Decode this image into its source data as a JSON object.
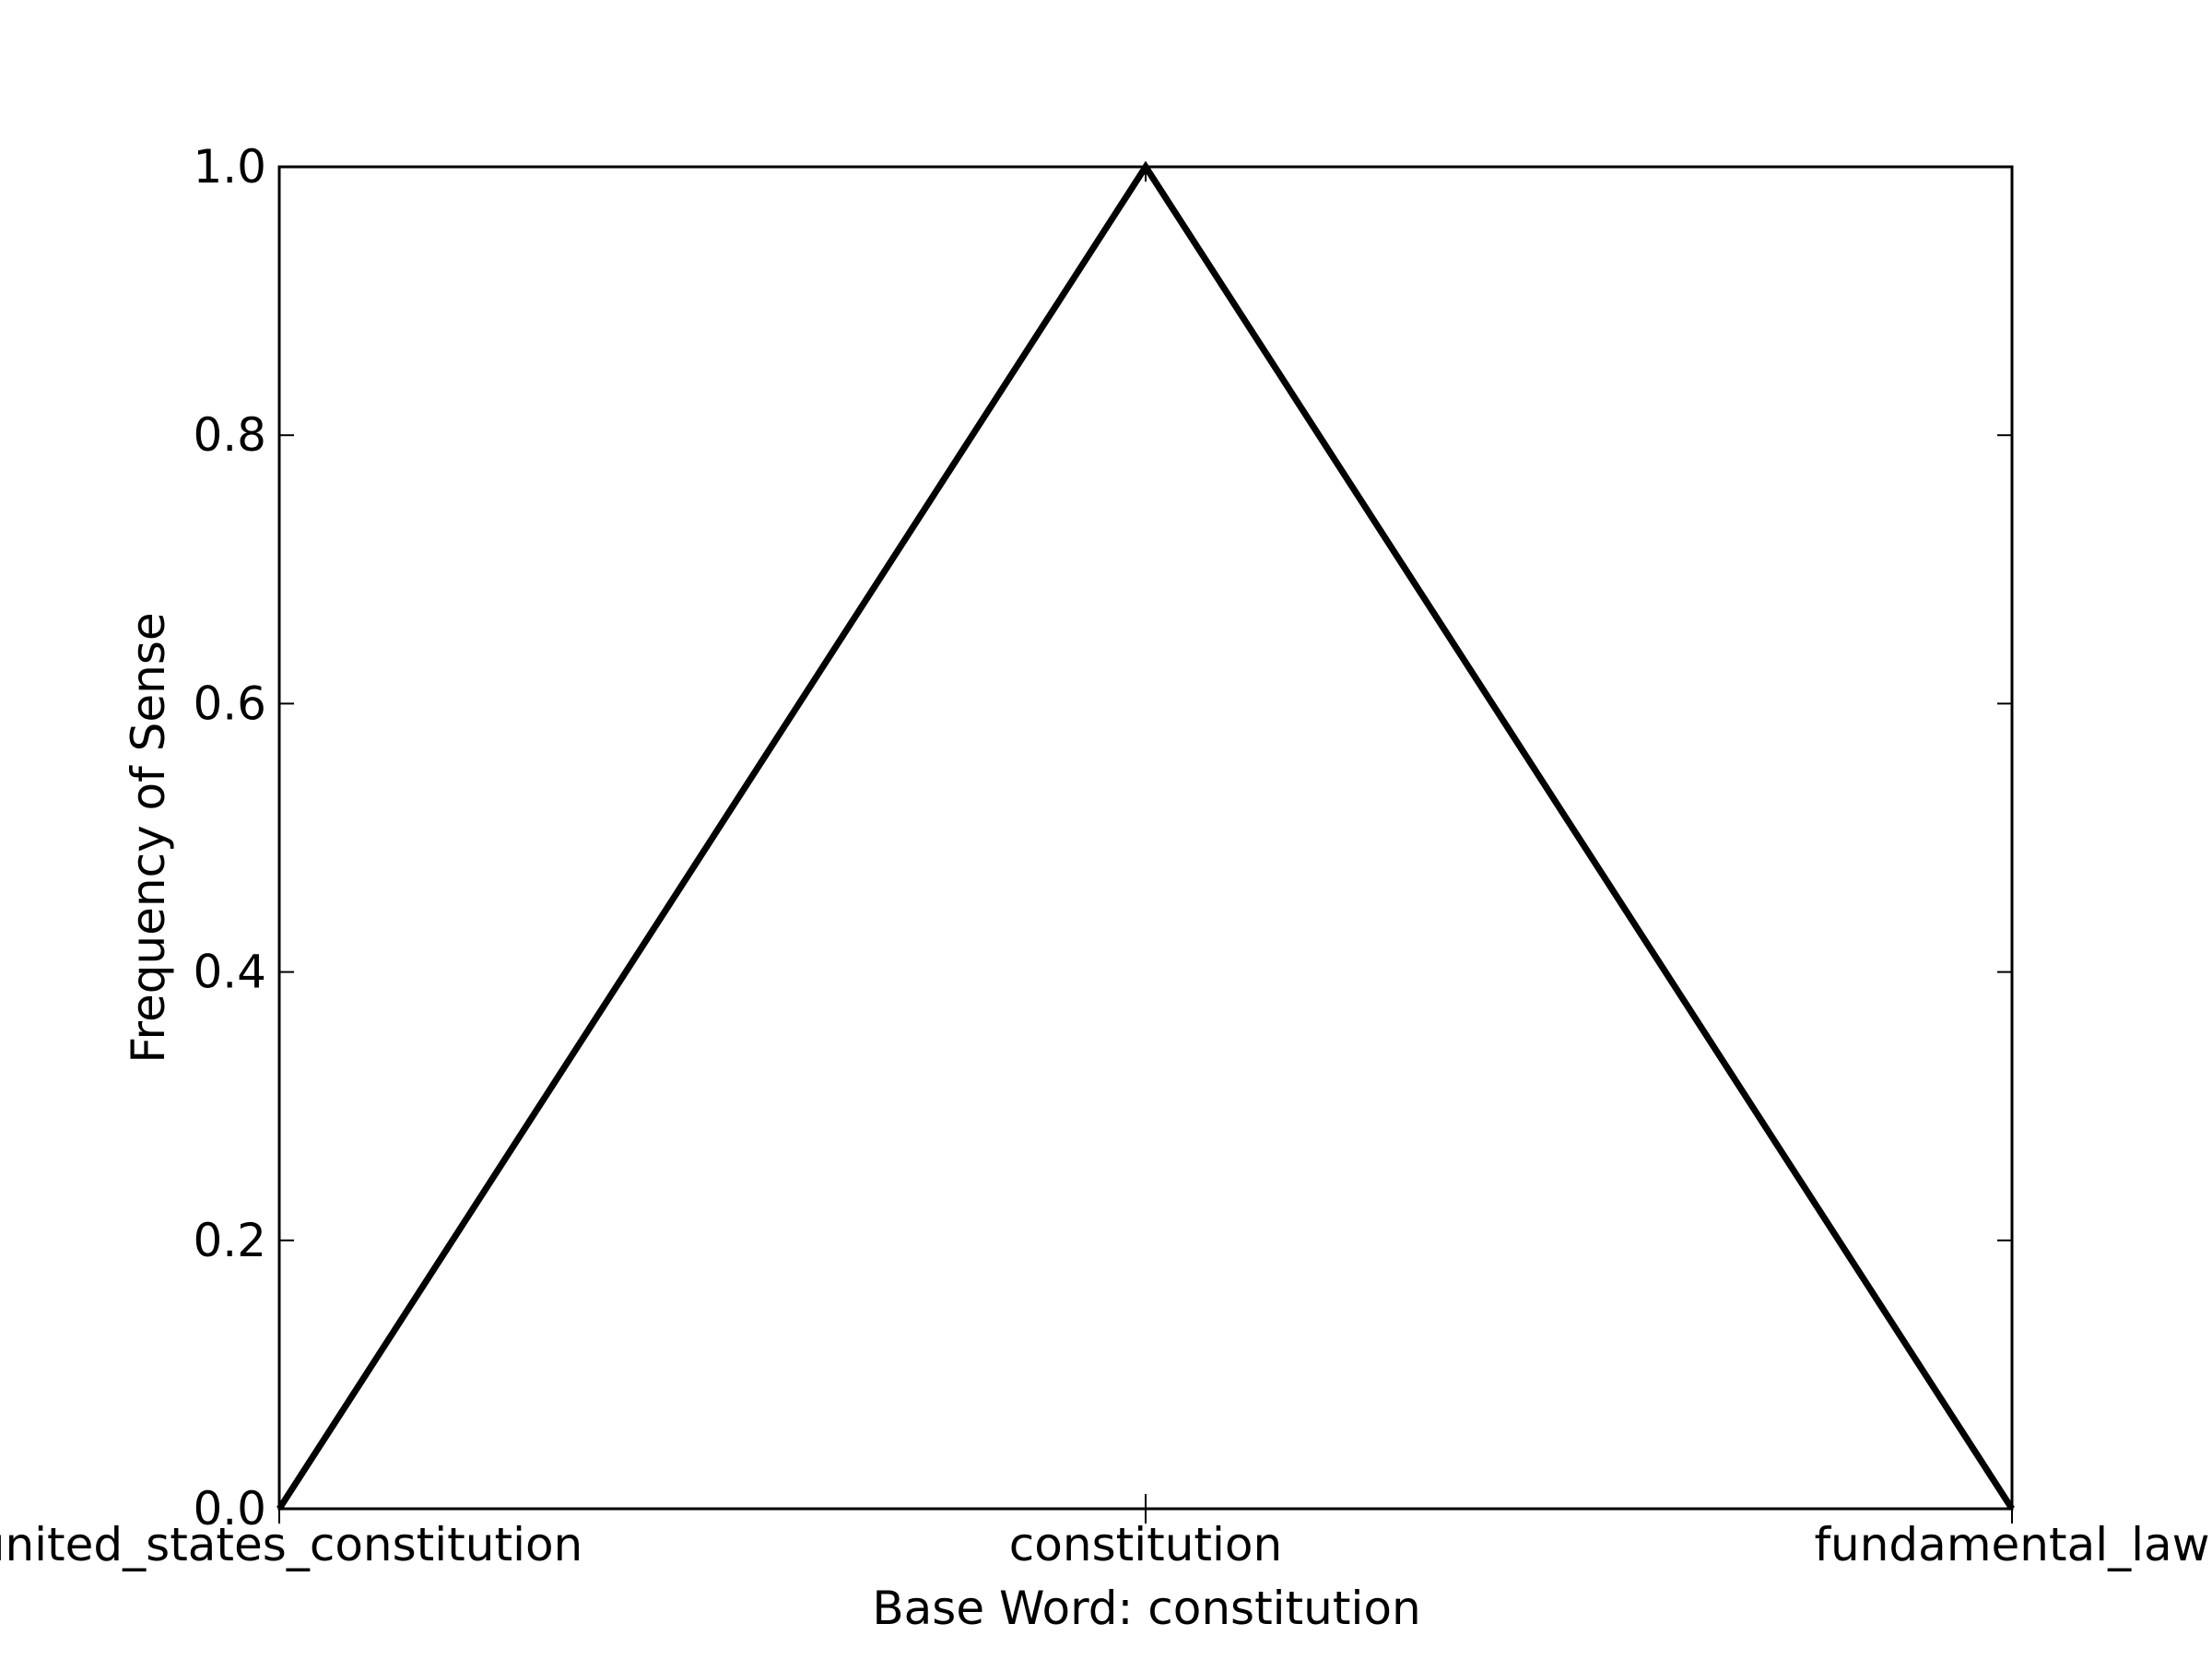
{
  "chart_data": {
    "type": "line",
    "title": "",
    "xlabel": "Base Word: constitution",
    "ylabel": "Frequency of Sense",
    "categories": [
      "united_states_constitution",
      "constitution",
      "fundamental_law"
    ],
    "series": [
      {
        "values": [
          0.0,
          1.0,
          0.0
        ],
        "color": "#000000"
      }
    ],
    "ylim": [
      0.0,
      1.0
    ],
    "yticks": [
      0.0,
      0.2,
      0.4,
      0.6,
      0.8,
      1.0
    ],
    "ytick_labels": [
      "0.0",
      "0.2",
      "0.4",
      "0.6",
      "0.8",
      "1.0"
    ],
    "grid": false,
    "legend": false
  }
}
